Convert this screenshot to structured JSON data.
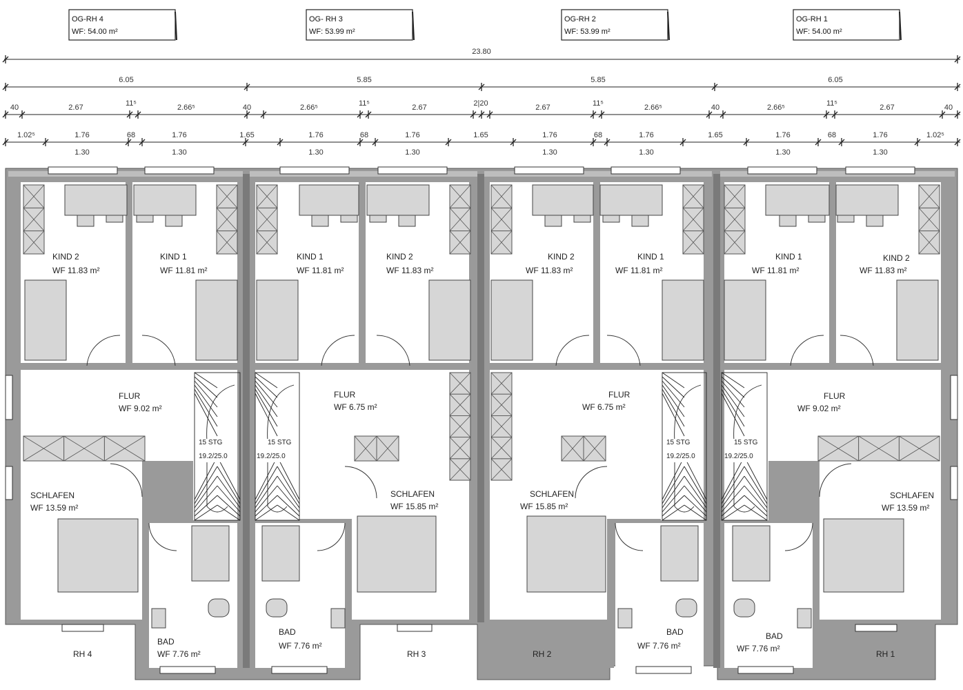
{
  "units": [
    {
      "name": "OG-RH 4",
      "area": "WF: 54.00 m²"
    },
    {
      "name": "OG- RH 3",
      "area": "WF: 53.99 m²"
    },
    {
      "name": "OG-RH 2",
      "area": "WF: 53.99 m²"
    },
    {
      "name": "OG-RH 1",
      "area": "WF: 54.00 m²"
    }
  ],
  "dimensions": {
    "total": "23.80",
    "row2": [
      "6.05",
      "5.85",
      "5.85",
      "6.05"
    ],
    "row3": [
      "40",
      "2.67",
      "11⁵",
      "2.66⁵",
      "40",
      "2.66⁵",
      "11⁵",
      "2.67",
      "2|20",
      "2.67",
      "11⁵",
      "2.66⁵",
      "40",
      "2.66⁵",
      "11⁵",
      "2.67",
      "40"
    ],
    "row4_top": [
      "1.02⁵",
      "1.76",
      "68",
      "1.76",
      "1.65",
      "1.76",
      "68",
      "1.76",
      "1.65",
      "1.76",
      "68",
      "1.76",
      "1.65",
      "1.76",
      "68",
      "1.76",
      "1.02⁵"
    ],
    "row4_bottom": [
      "1.30",
      "1.30",
      "1.30",
      "1.30",
      "1.30",
      "1.30",
      "1.30",
      "1.30"
    ]
  },
  "rooms": [
    {
      "name": "KIND 2",
      "area": "WF 11.83 m²"
    },
    {
      "name": "KIND 1",
      "area": "WF 11.81 m²"
    },
    {
      "name": "KIND 1",
      "area": "WF 11.81 m²"
    },
    {
      "name": "KIND 2",
      "area": "WF 11.83 m²"
    },
    {
      "name": "KIND 2",
      "area": "WF 11.83 m²"
    },
    {
      "name": "KIND 1",
      "area": "WF 11.81 m²"
    },
    {
      "name": "KIND 1",
      "area": "WF 11.81 m²"
    },
    {
      "name": "KIND 2",
      "area": "WF 11.83 m²"
    },
    {
      "name": "FLUR",
      "area": "WF 9.02 m²"
    },
    {
      "name": "FLUR",
      "area": "WF 6.75 m²"
    },
    {
      "name": "FLUR",
      "area": "WF 6.75 m²"
    },
    {
      "name": "FLUR",
      "area": "WF 9.02 m²"
    },
    {
      "name": "SCHLAFEN",
      "area": "WF 13.59 m²"
    },
    {
      "name": "SCHLAFEN",
      "area": "WF 15.85 m²"
    },
    {
      "name": "SCHLAFEN",
      "area": "WF 15.85 m²"
    },
    {
      "name": "SCHLAFEN",
      "area": "WF 13.59 m²"
    },
    {
      "name": "BAD",
      "area": "WF 7.76 m²"
    },
    {
      "name": "BAD",
      "area": "WF 7.76 m²"
    },
    {
      "name": "BAD",
      "area": "WF 7.76 m²"
    },
    {
      "name": "BAD",
      "area": "WF 7.76 m²"
    }
  ],
  "stairs": [
    {
      "steps": "15 STG",
      "ratio": "19.2/25.0"
    },
    {
      "steps": "15 STG",
      "ratio": "19.2/25.0"
    },
    {
      "steps": "15 STG",
      "ratio": "19.2/25.0"
    },
    {
      "steps": "15 STG",
      "ratio": "19.2/25.0"
    }
  ],
  "house_labels": [
    "RH 4",
    "RH 3",
    "RH 2",
    "RH 1"
  ],
  "colors": {
    "wall": "#9a9a9a",
    "wall_dark": "#7a7a7a",
    "furniture": "#d6d6d6",
    "line": "#222222"
  }
}
